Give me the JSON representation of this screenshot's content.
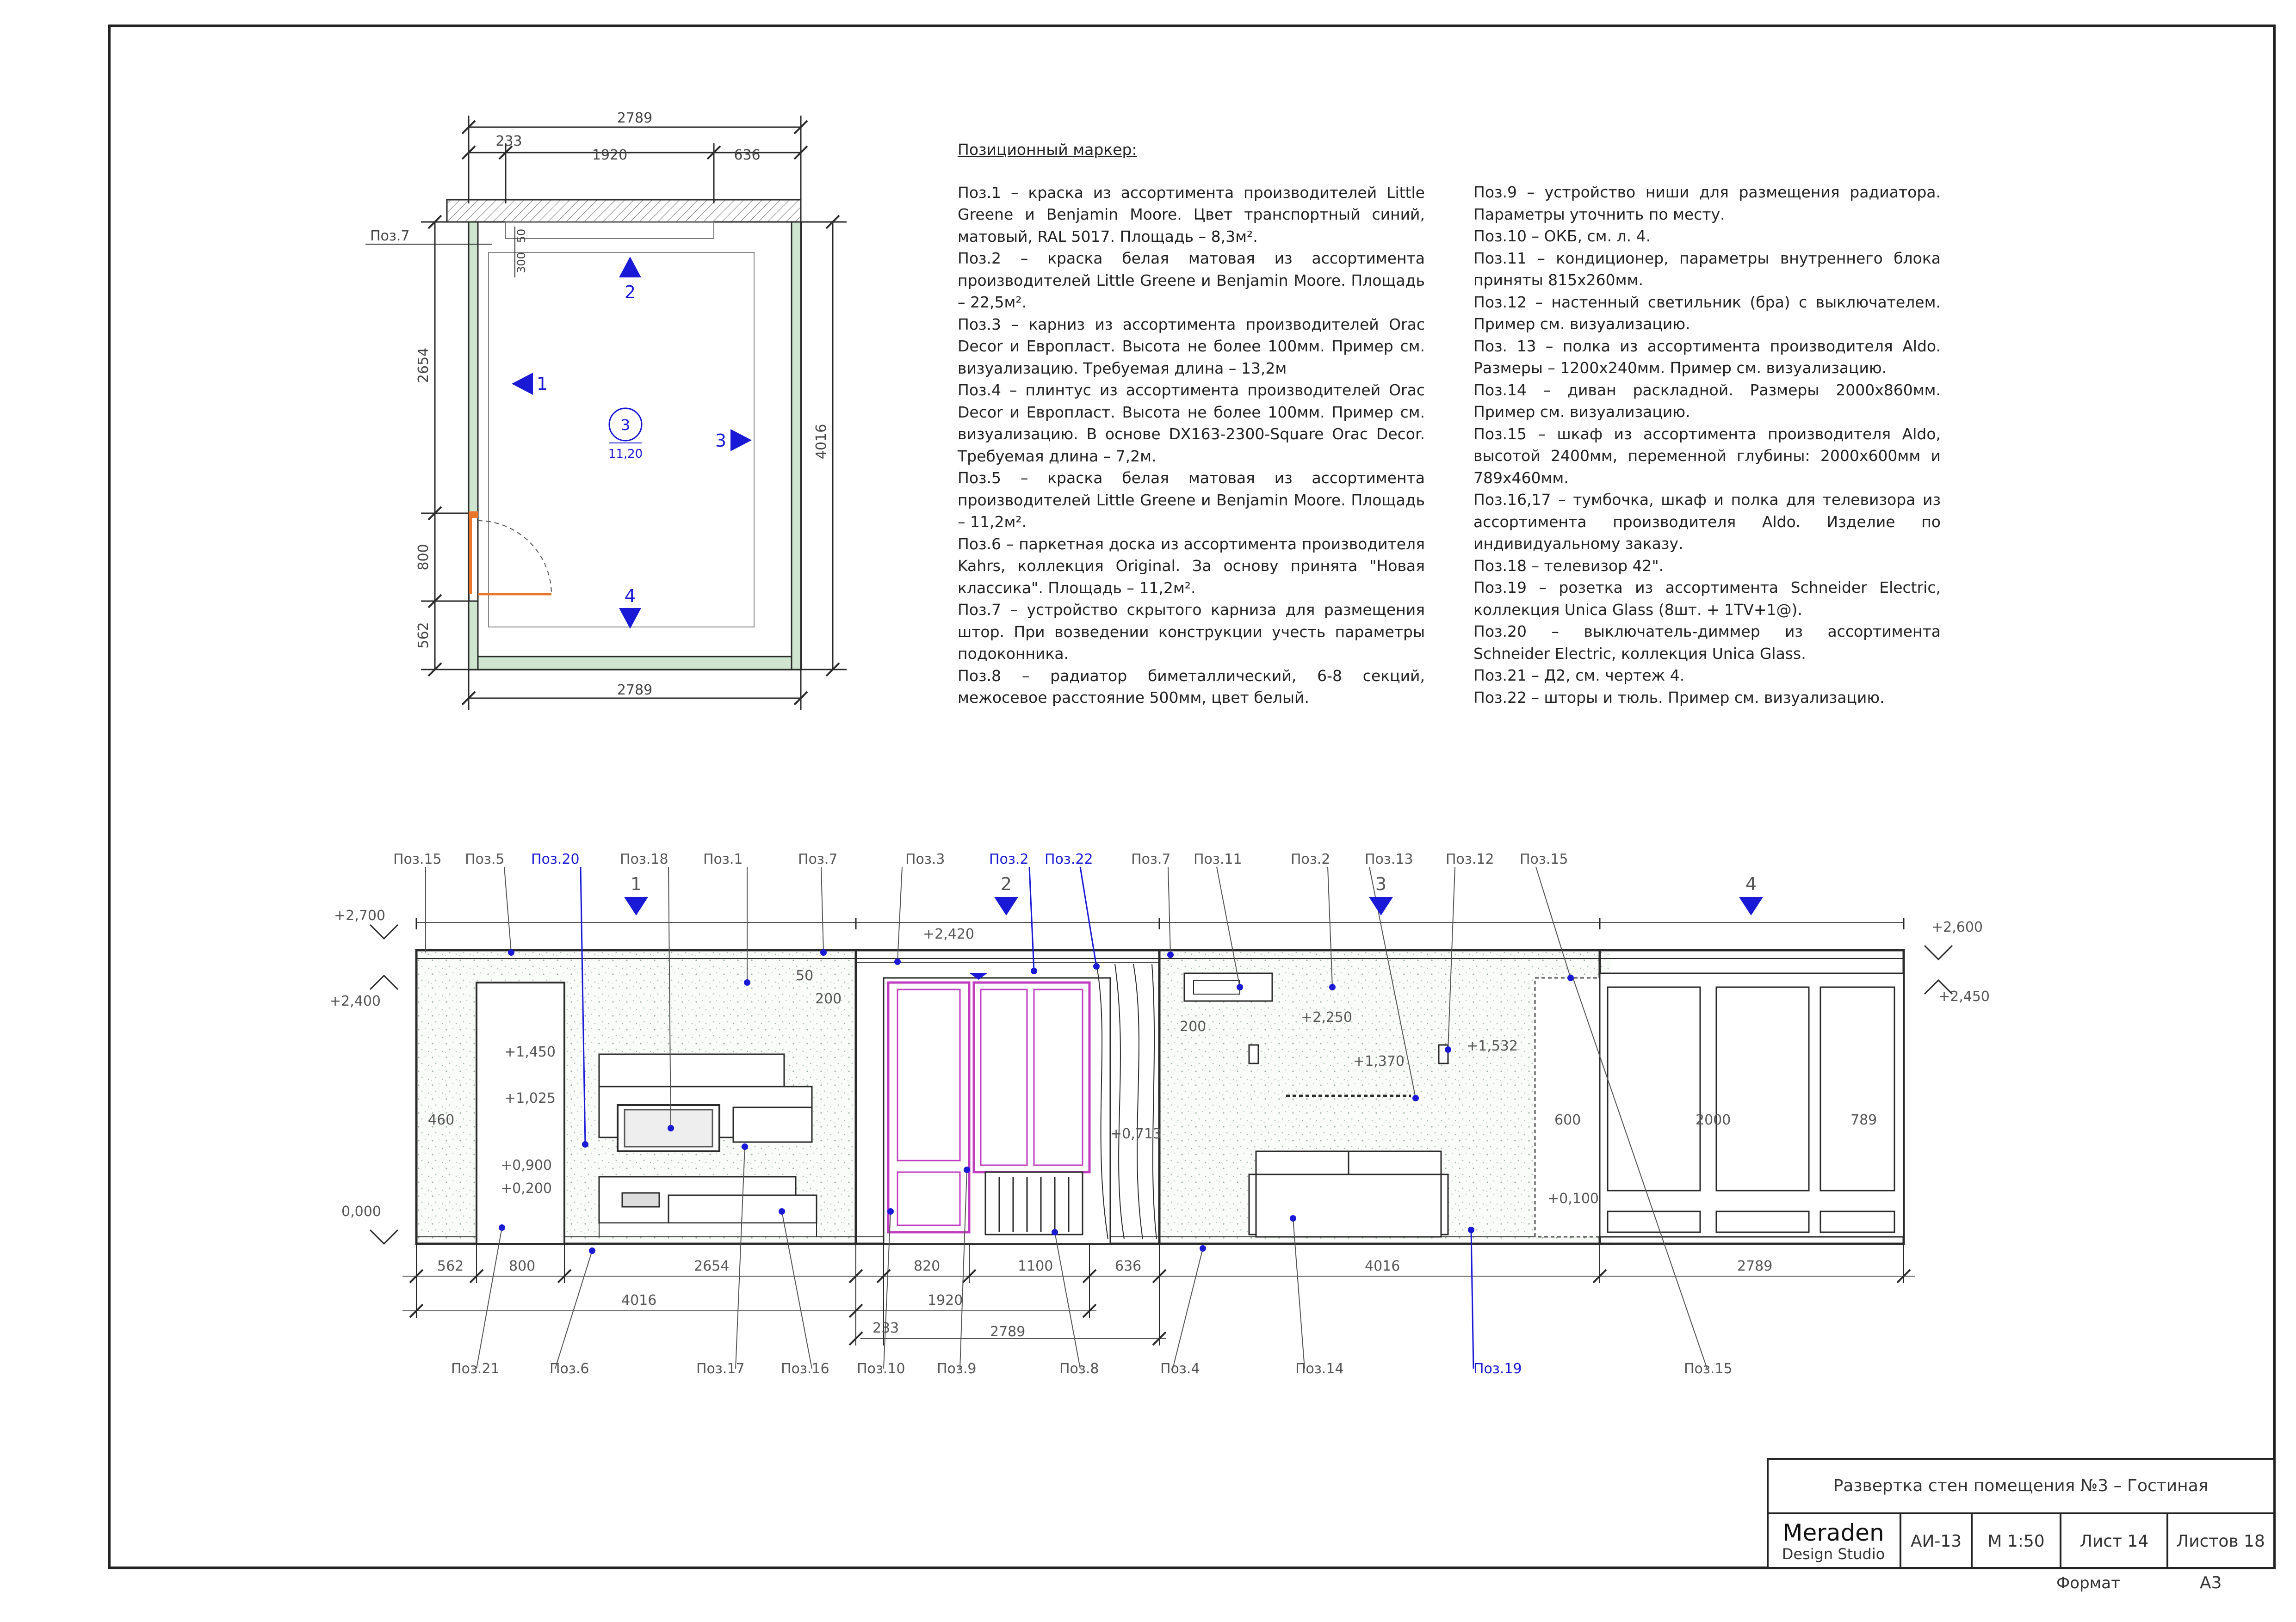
{
  "notes": {
    "title": "Позиционный маркер:",
    "left": [
      "Поз.1 – краска из ассортимента производителей Little Greene и Benjamin Moore. Цвет транспортный синий, матовый, RAL 5017. Площадь – 8,3м².",
      "Поз.2 – краска белая матовая из ассортимента производителей Little Greene и Benjamin Moore. Площадь – 22,5м².",
      "Поз.3 – карниз из ассортимента производителей Orac Decor и Европласт. Высота не более 100мм. Пример см. визуализацию. Требуемая длина – 13,2м",
      "Поз.4 – плинтус из ассортимента производителей Orac Decor и Европласт. Высота не более 100мм. Пример см. визуализацию. В основе DX163-2300-Square Orac Decor. Требуемая длина – 7,2м.",
      "Поз.5 – краска белая матовая из ассортимента производителей Little Greene и Benjamin Moore. Площадь – 11,2м².",
      "Поз.6 – паркетная доска из ассортимента производителя Kahrs, коллекция Original. За основу принята \"Новая классика\". Площадь – 11,2м².",
      "Поз.7 – устройство скрытого карниза для размещения штор. При возведении конструкции учесть параметры подоконника.",
      "Поз.8 – радиатор биметаллический, 6-8 секций, межосевое расстояние 500мм, цвет белый."
    ],
    "right": [
      "Поз.9 – устройство ниши для размещения радиатора. Параметры уточнить по месту.",
      "Поз.10 – ОКБ, см. л. 4.",
      "Поз.11 – кондиционер, параметры внутреннего блока приняты 815х260мм.",
      "Поз.12 – настенный светильник (бра) с выключателем. Пример см. визуализацию.",
      "Поз. 13 – полка из ассортимента производителя Aldo. Размеры – 1200х240мм. Пример см. визуализацию.",
      "Поз.14 – диван раскладной. Размеры 2000х860мм. Пример см. визуализацию.",
      "Поз.15 – шкаф из ассортимента производителя Aldo, высотой 2400мм, переменной глубины: 2000х600мм и 789х460мм.",
      "Поз.16,17 – тумбочка, шкаф и полка для телевизора из ассортимента производителя Aldo. Изделие по индивидуальному заказу.",
      "Поз.18 – телевизор 42\".",
      "Поз.19 – розетка из ассортимента Schneider Electric, коллекция Unica Glass (8шт. + 1TV+1@).",
      "Поз.20 – выключатель-диммер из ассортимента Schneider Electric, коллекция Unica Glass.",
      "Поз.21 – Д2, см. чертеж 4.",
      "Поз.22 – шторы и тюль. Пример см. визуализацию."
    ]
  },
  "plan": {
    "dims": [
      "2789",
      "233",
      "1920",
      "636",
      "2654",
      "800",
      "562",
      "4016",
      "2789",
      "50",
      "300"
    ],
    "pos7": "Поз.7",
    "room_no": "3",
    "room_area": "11,20",
    "views": [
      "1",
      "2",
      "3",
      "4"
    ]
  },
  "elevation": {
    "top_labels": [
      "Поз.15",
      "Поз.5",
      "Поз.20",
      "Поз.18",
      "Поз.1",
      "Поз.7",
      "Поз.3",
      "Поз.2",
      "Поз.22",
      "Поз.7",
      "Поз.11",
      "Поз.2",
      "Поз.13",
      "Поз.12",
      "Поз.15"
    ],
    "bottom_labels": [
      "Поз.21",
      "Поз.6",
      "Поз.17",
      "Поз.16",
      "Поз.10",
      "Поз.9",
      "Поз.8",
      "Поз.4",
      "Поз.14",
      "Поз.19",
      "Поз.15"
    ],
    "wall_nums": [
      "1",
      "2",
      "3",
      "4"
    ],
    "levels": [
      "+2,700",
      "+2,400",
      "0,000",
      "+2,420",
      "+1,450",
      "+1,025",
      "+0,900",
      "+0,200",
      "+2,250",
      "+1,370",
      "+1,532",
      "+0,713",
      "+0,100",
      "+2,600",
      "+2,450"
    ],
    "inner_dims": [
      "50",
      "200",
      "200",
      "460",
      "600",
      "2000",
      "789"
    ],
    "bottom_dims_1": [
      "562",
      "800",
      "2654",
      "820",
      "1100",
      "636",
      "4016",
      "2789"
    ],
    "bottom_dims_2": [
      "4016",
      "1920"
    ],
    "bottom_dims_3": [
      "233",
      "2789"
    ]
  },
  "stamp": {
    "title": "Развертка стен помещения №3 – Гостиная",
    "logo_main": "Meraden",
    "logo_sub": "Design Studio",
    "code": "АИ-13",
    "scale": "М 1:50",
    "sheet": "Лист 14",
    "sheets": "Листов 18",
    "format_label": "Формат",
    "format_value": "А3"
  },
  "colors": {
    "line": "#2a2a2a",
    "marker": "#1a1ad6",
    "door": "#e8762a",
    "glass": "#c03cc0",
    "wall": "#8fbf8f"
  }
}
